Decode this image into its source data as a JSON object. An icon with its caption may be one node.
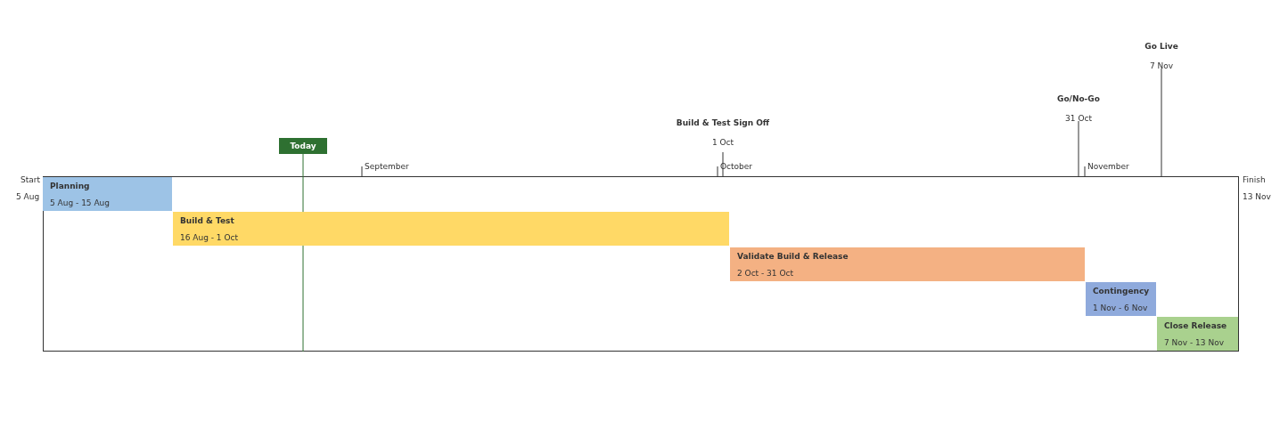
{
  "diagram": {
    "nodes": [
      {
        "text": [
          "Go Live",
          "7 Nov"
        ]
      },
      {
        "text": [
          "Go/No-Go",
          "31 Oct"
        ]
      },
      {
        "text": [
          "Build & Test Sign Off",
          "1 Oct"
        ]
      },
      {
        "text": [
          "Today"
        ]
      },
      {
        "text": [
          "Planning",
          "5 Aug - 15 Aug"
        ]
      },
      {
        "text": [
          "Build & Test",
          "16 Aug - 1 Oct"
        ]
      },
      {
        "text": [
          "Validate Build & Release",
          "2 Oct - 31 Oct"
        ]
      },
      {
        "text": [
          "Contingency",
          "1 Nov - 6 Nov"
        ]
      },
      {
        "text": [
          "Close Release",
          "7 Nov - 13 Nov"
        ]
      }
    ],
    "edges": [],
    "labels": [
      "September",
      "October",
      "November",
      "Start",
      "5 Aug",
      "Finish",
      "13 Nov"
    ]
  }
}
